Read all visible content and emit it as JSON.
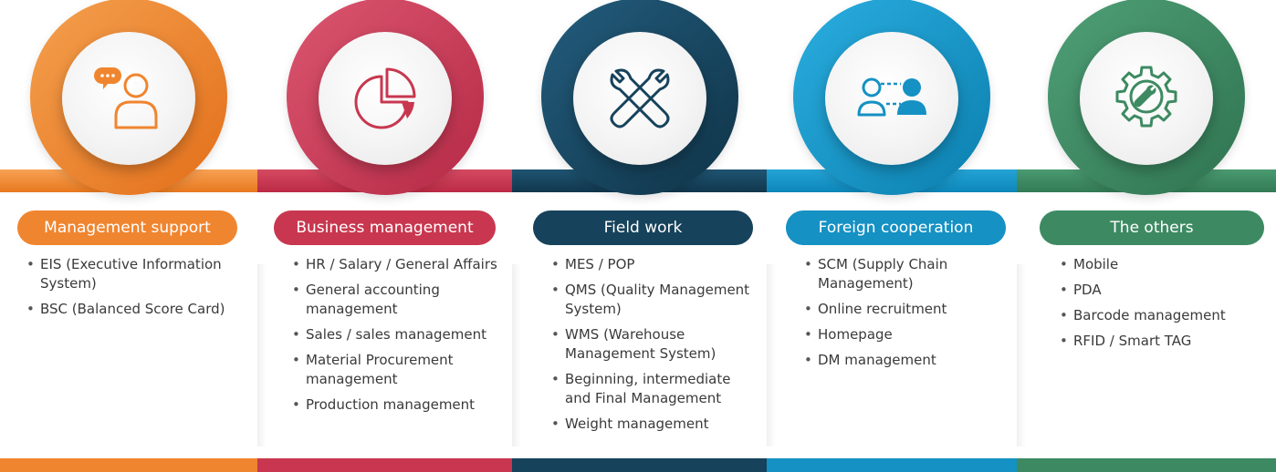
{
  "columns": [
    {
      "title": "Management support",
      "color": "#f0852f",
      "icon": "person-speech-icon",
      "items": [
        "EIS (Executive Information System)",
        "BSC (Balanced Score Card)"
      ]
    },
    {
      "title": "Business management",
      "color": "#c8374f",
      "icon": "pie-chart-icon",
      "items": [
        "HR / Salary / General Affairs",
        "General accounting management",
        "Sales / sales management",
        "Material Procurement management",
        "Production management"
      ]
    },
    {
      "title": "Field work",
      "color": "#16425b",
      "icon": "crossed-wrenches-icon",
      "items": [
        "MES / POP",
        "QMS (Quality Management System)",
        "WMS (Warehouse Management System)",
        "Beginning, intermediate and Final Management",
        "Weight management"
      ]
    },
    {
      "title": "Foreign cooperation",
      "color": "#1591c3",
      "icon": "two-people-icon",
      "items": [
        "SCM (Supply Chain Management)",
        "Online recruitment",
        "Homepage",
        "DM management"
      ]
    },
    {
      "title": "The others",
      "color": "#3d8a62",
      "icon": "gear-wrench-icon",
      "items": [
        "Mobile",
        "PDA",
        "Barcode management",
        "RFID / Smart TAG"
      ]
    }
  ]
}
